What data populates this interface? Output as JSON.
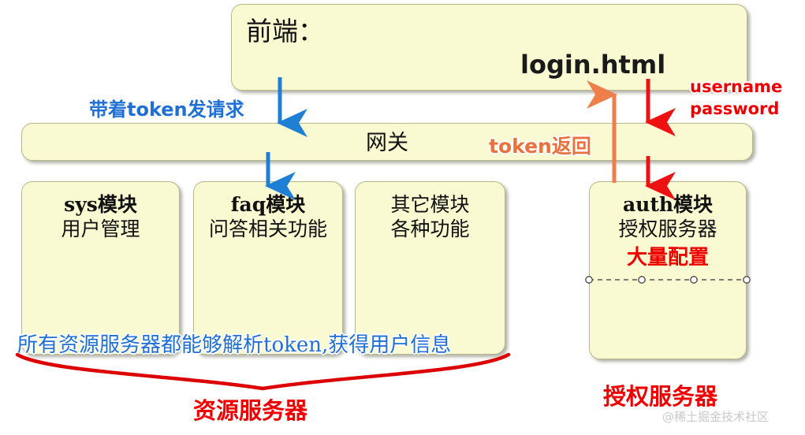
{
  "diagram": {
    "title_box": {
      "label": "前端：",
      "page": "login.html",
      "fields": [
        "username",
        "password"
      ]
    },
    "gateway": {
      "label": "网关",
      "token_return": "token返回"
    },
    "request_label": "带着token发请求",
    "modules": [
      {
        "name": "sys模块",
        "desc": "用户管理"
      },
      {
        "name": "faq模块",
        "desc": "问答相关功能"
      },
      {
        "name": "其它模块",
        "desc": "各种功能"
      }
    ],
    "auth": {
      "name": "auth模块",
      "desc": "授权服务器",
      "note": "大量配置"
    },
    "note_resource": "所有资源服务器都能够解析token,获得用户信息",
    "brace_label_left": "资源服务器",
    "brace_label_right": "授权服务器",
    "watermark": "@稀土掘金技术社区",
    "colors": {
      "box_fill": "#fafad2",
      "box_stroke": "#b8b88a",
      "blue": "#1f6fd4",
      "red": "#ee0000",
      "orange": "#e8713d",
      "magenta": "#ee0000"
    }
  }
}
